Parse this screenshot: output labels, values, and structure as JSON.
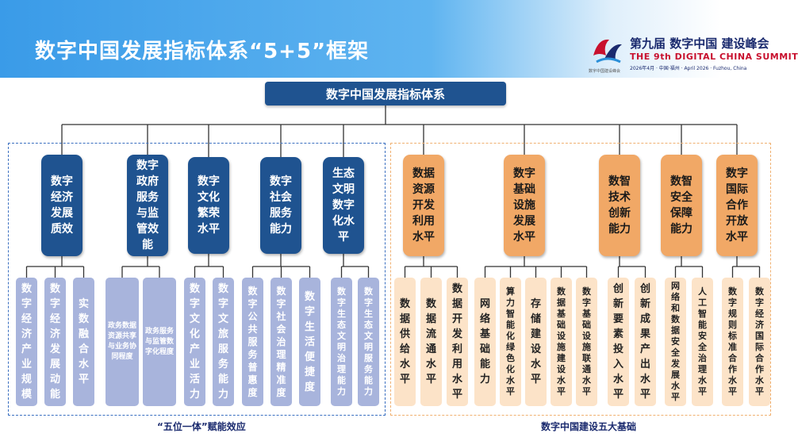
{
  "header": {
    "title": "数字中国发展指标体系“5+5”框架",
    "logo": {
      "cn": "第九届 数字中国 建设峰会",
      "en": "THE 9th DIGITAL CHINA SUMMIT",
      "sub": "2026年4月 · 中国·福州 · April 2026 · Fuzhou, China",
      "mini": "数字中国建设峰会"
    }
  },
  "root": "数字中国发展指标体系",
  "groups": [
    {
      "label": "“五位一体”赋能效应",
      "theme": "blue"
    },
    {
      "label": "数字中国建设五大基础",
      "theme": "orange"
    }
  ],
  "categories": [
    {
      "label": "数字经济发展质效",
      "leaves": [
        "数字经济产业规模",
        "数字经济发展动能",
        "实数融合水平"
      ]
    },
    {
      "label": "数字政府服务与监管效能",
      "leaves": [
        "政务数据资源共享与业务协同程度",
        "政务服务与监管数字化程度"
      ]
    },
    {
      "label": "数字文化繁荣水平",
      "leaves": [
        "数字文化产业活力",
        "数字文旅服务能力"
      ]
    },
    {
      "label": "数字社会服务能力",
      "leaves": [
        "数字公共服务普惠度",
        "数字社会治理精准度",
        "数字生活便捷度"
      ]
    },
    {
      "label": "生态文明数字化水平",
      "leaves": [
        "数字生态文明治理能力",
        "数字生态文明服务能力"
      ]
    },
    {
      "label": "数据资源开发利用水平",
      "leaves": [
        "数据供给水平",
        "数据流通水平",
        "数据开发利用水平"
      ]
    },
    {
      "label": "数字基础设施发展水平",
      "leaves": [
        "网络基础能力",
        "算力智能化绿色化水平",
        "存储建设水平",
        "数据基础设施建设水平",
        "数字基础设施联通水平"
      ]
    },
    {
      "label": "数智技术创新能力",
      "leaves": [
        "创新要素投入水平",
        "创新成果产出水平"
      ]
    },
    {
      "label": "数智安全保障能力",
      "leaves": [
        "网络和数据安全发展水平",
        "人工智能安全治理水平"
      ]
    },
    {
      "label": "数字国际合作开放水平",
      "leaves": [
        "数字规则标准合作水平",
        "数字经济国际合作水平"
      ]
    }
  ],
  "colors": {
    "dark_blue": "#1f5390",
    "light_blue": "#a8b4dc",
    "orange": "#f1a866",
    "light_orange": "#fce3c8"
  }
}
